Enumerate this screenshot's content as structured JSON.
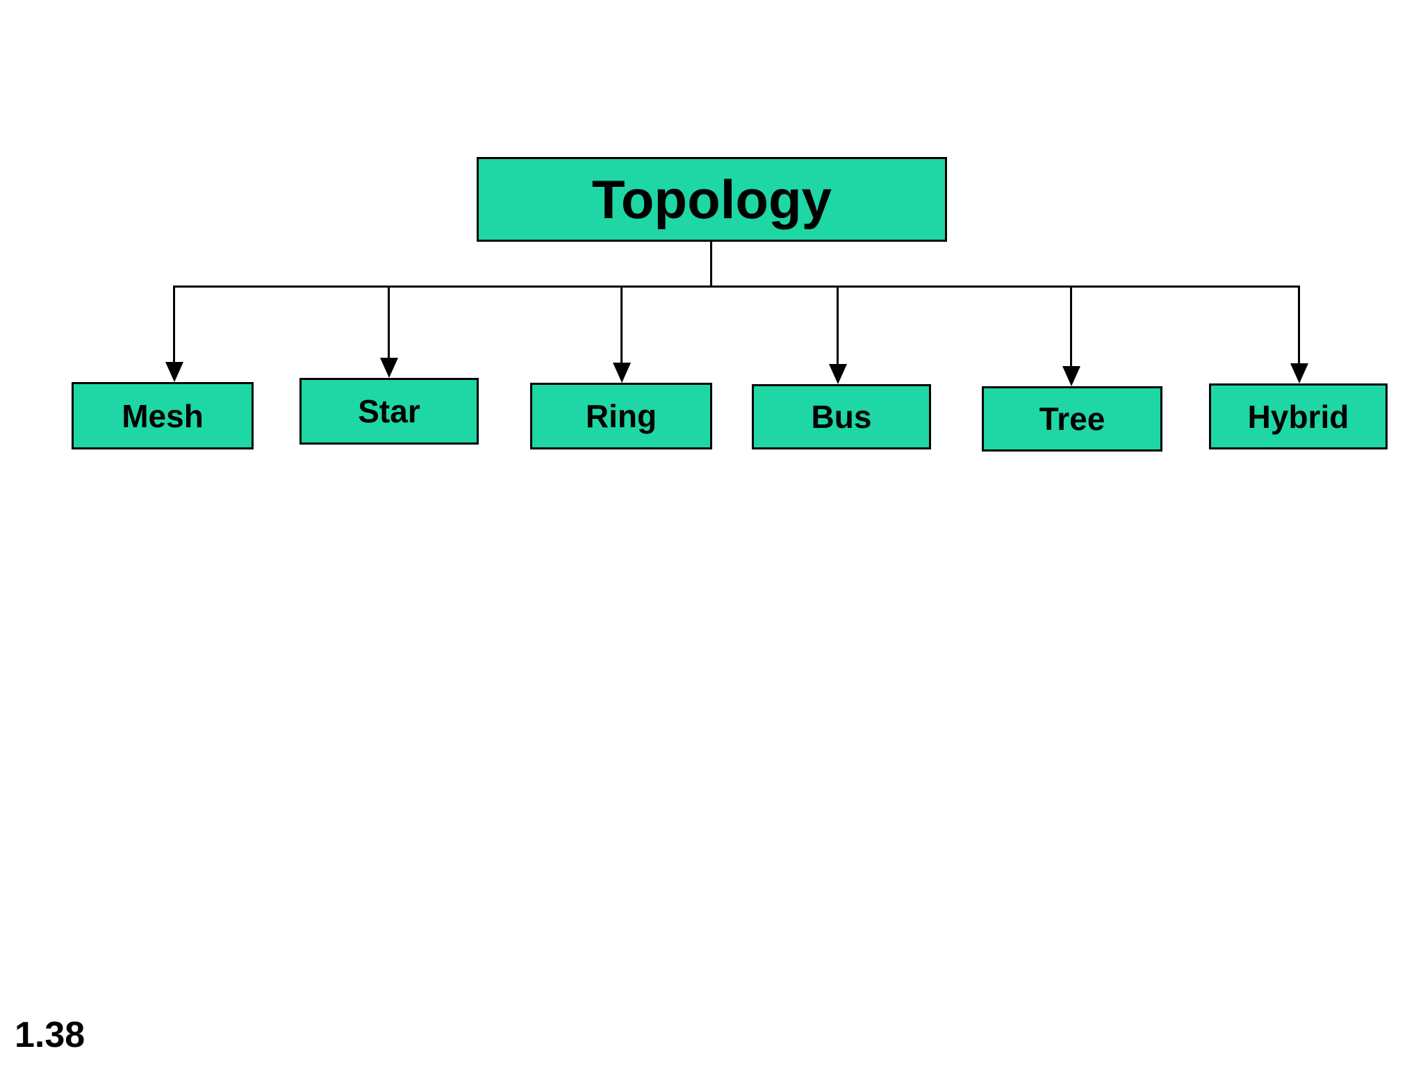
{
  "figure_label": "1.38",
  "diagram": {
    "type": "tree",
    "root": {
      "label": "Topology"
    },
    "children": [
      {
        "label": "Mesh"
      },
      {
        "label": "Star"
      },
      {
        "label": "Ring"
      },
      {
        "label": "Bus"
      },
      {
        "label": "Tree"
      },
      {
        "label": "Hybrid"
      }
    ]
  },
  "colors": {
    "box_fill": "#1fd6a5",
    "box_border": "#000000",
    "connector": "#000000",
    "text": "#000000",
    "background": "#ffffff"
  }
}
